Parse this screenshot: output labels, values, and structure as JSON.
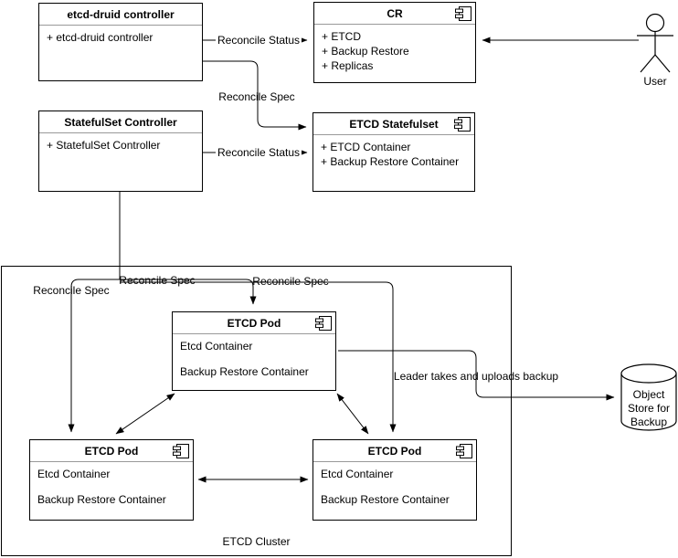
{
  "colors": {
    "stroke": "#000000",
    "fill": "#ffffff",
    "divider": "#999999"
  },
  "boxes": {
    "etcd_druid_controller": {
      "title": "etcd-druid controller",
      "items": [
        "+ etcd-druid controller"
      ]
    },
    "cr": {
      "title": "CR",
      "items": [
        "+ ETCD",
        "+ Backup Restore",
        "+ Replicas"
      ]
    },
    "statefulset_controller": {
      "title": "StatefulSet Controller",
      "items": [
        "+ StatefulSet Controller"
      ]
    },
    "etcd_statefulset": {
      "title": "ETCD Statefulset",
      "items": [
        "+ ETCD Container",
        "+ Backup Restore Container"
      ]
    },
    "etcd_pod_center": {
      "title": "ETCD Pod",
      "items": [
        "Etcd Container",
        "Backup Restore Container"
      ]
    },
    "etcd_pod_left": {
      "title": "ETCD Pod",
      "items": [
        "Etcd Container",
        "Backup Restore Container"
      ]
    },
    "etcd_pod_right": {
      "title": "ETCD Pod",
      "items": [
        "Etcd Container",
        "Backup Restore Container"
      ]
    }
  },
  "cluster": {
    "label": "ETCD Cluster"
  },
  "actor": {
    "label": "User"
  },
  "datastore": {
    "label": "Object Store for Backup"
  },
  "edges": {
    "druid_to_cr": "Reconcile Status",
    "druid_to_statefulset": "Reconcile Spec",
    "controller_to_statefulset": "Reconcile Status",
    "spec_left": "Reconcile Spec",
    "spec_center": "Reconcile Spec",
    "spec_right": "Reconcile Spec",
    "leader_backup": "Leader takes and uploads backup"
  },
  "icons": {
    "component": "component-icon",
    "actor": "user-actor-icon",
    "datastore": "cylinder-icon"
  }
}
